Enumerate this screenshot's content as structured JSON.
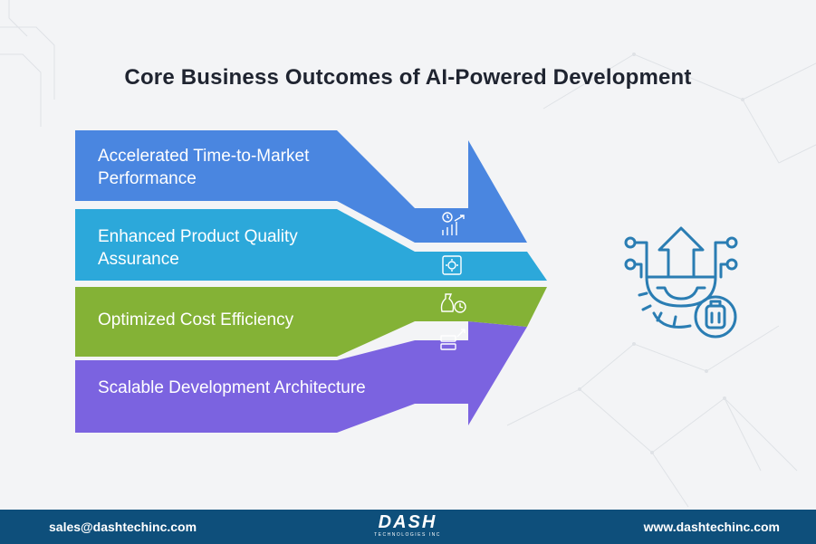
{
  "title": "Core Business Outcomes of AI-Powered Development",
  "outcomes": [
    {
      "label": "Accelerated Time-to-Market Performance",
      "color": "#4a86e0",
      "icon": "clock-growth-chart-icon"
    },
    {
      "label": "Enhanced Product Quality Assurance",
      "color": "#2ca8da",
      "icon": "quality-gear-badge-icon"
    },
    {
      "label": "Optimized Cost Efficiency",
      "color": "#84b236",
      "icon": "money-bag-clock-icon"
    },
    {
      "label": "Scalable Development Architecture",
      "color": "#7b63e0",
      "icon": "server-rack-growth-icon"
    }
  ],
  "feature_icon": "upward-arrow-gear-suitcase-icon",
  "footer": {
    "email": "sales@dashtechinc.com",
    "website": "www.dashtechinc.com",
    "logo_text": "DASH",
    "logo_subtext": "TECHNOLOGIES INC"
  },
  "colors": {
    "background": "#f3f4f6",
    "footer": "#0e4f7b",
    "icon_stroke": "#2a7db3",
    "title": "#1f2430"
  }
}
